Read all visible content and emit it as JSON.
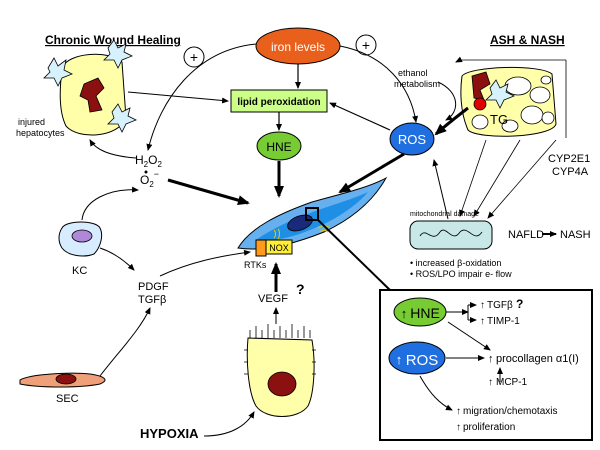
{
  "panels": {
    "left_title": "Chronic Wound Healing",
    "right_title": "ASH & NASH"
  },
  "labels": {
    "iron_levels": "iron levels",
    "lipid_peroxidation": "lipid peroxidation",
    "hne": "HNE",
    "ros": "ROS",
    "plus": "+",
    "injured_1": "injured",
    "injured_2": "hepatocytes",
    "h2o2_main": "H",
    "h2o2_sub1": "2",
    "h2o2_mid": "O",
    "h2o2_sub2": "2",
    "o2_main": "O",
    "o2_sub": "2",
    "o2_sup": "−",
    "ethanol_1": "ethanol",
    "ethanol_2": "metabolism",
    "tg": "TG",
    "cyp_1": "CYP2E1",
    "cyp_2": "CYP4A",
    "mito": "mitochondrial damage",
    "nafld": "NAFLD",
    "nash": "NASH",
    "bullet_1": "• increased β-oxidation",
    "bullet_2": "• ROS/LPO impair e- flow",
    "kc": "KC",
    "pdgf": "PDGF",
    "tgfb": "TGFβ",
    "sec": "SEC",
    "rtks": "RTKs",
    "nox": "NOX",
    "question": "?",
    "vegf": "VEGF",
    "hypoxia": "HYPOXIA"
  },
  "inset": {
    "hne": "HNE",
    "ros": "ROS",
    "tgfb": "TGFβ",
    "tgfb_q": "?",
    "timp": "TIMP-1",
    "procollagen": "procollagen α1(I)",
    "mcp": "MCP-1",
    "migration": "migration/chemotaxis",
    "proliferation": "proliferation"
  },
  "colors": {
    "iron": "#e8601c",
    "lipid_box": "#ccff88",
    "hne": "#77cc33",
    "ros": "#1f6fe0",
    "hepatocyte": "#ffffaa",
    "nucleus": "#8b1010",
    "stellate_outer": "#66b0f0",
    "stellate_inner": "#1f8fe6",
    "nox": "#ffee33",
    "rtk": "#ff9a1a",
    "kc": "#d8ecff",
    "kc_nucleus": "#b088d8",
    "sec": "#f0a078",
    "mito": "#c8e8e8",
    "star": "#d6f2ff"
  }
}
